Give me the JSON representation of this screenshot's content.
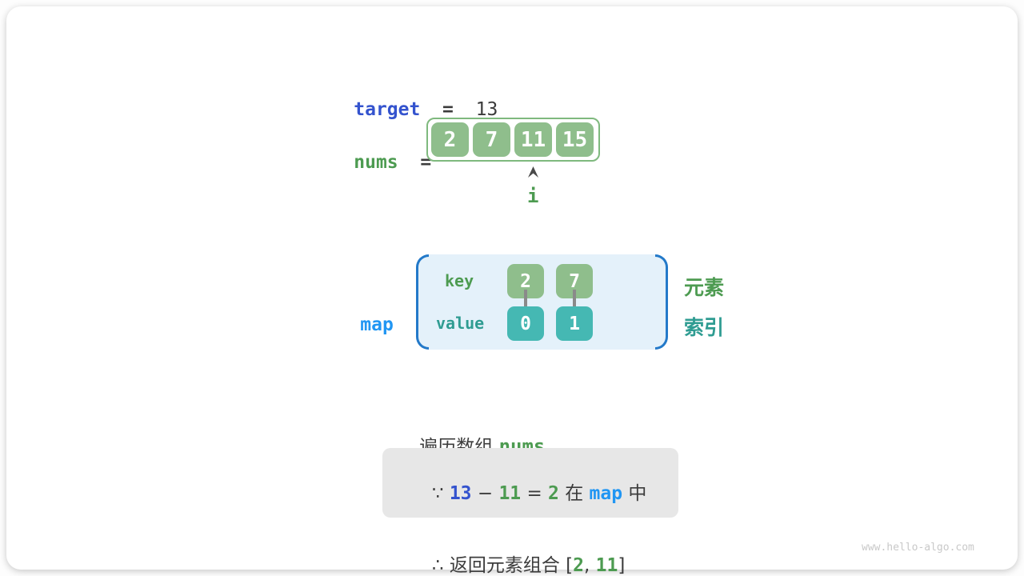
{
  "colors": {
    "code_blue": "#3453ce",
    "code_azure": "#2196f3",
    "code_green": "#4d9b51",
    "code_teal": "#2f9c92",
    "box_green": "#8fbe8c",
    "box_teal": "#45b8b3",
    "array_border_green": "#7fb97e",
    "map_bg": "#e4f1fa",
    "map_bracket_blue": "#2379c9",
    "text_dark": "#3c3c3c",
    "arrow_gray": "#8a8a8a",
    "note_bg": "#e7e7e7"
  },
  "target": {
    "label": "target",
    "eq": "  =  ",
    "value": "13"
  },
  "nums": {
    "label": "nums",
    "eq": "  =",
    "cells": [
      "2",
      "7",
      "11",
      "15"
    ],
    "pointer_label": "i"
  },
  "map": {
    "label": "map",
    "eq": "  =",
    "key_label": "key",
    "value_label": "value",
    "entries": [
      {
        "key": "2",
        "value": "0"
      },
      {
        "key": "7",
        "value": "1"
      }
    ],
    "element_label": "元素",
    "index_label": "索引"
  },
  "caption": {
    "prefix": "遍历数组 ",
    "code": "nums",
    "suffix": " ，"
  },
  "conclusion": {
    "line1": {
      "because": "∵ ",
      "target": "13",
      "minus": " − ",
      "num": "11",
      "eq": " = ",
      "result": "2",
      "in": " 在 ",
      "map": "map",
      "suffix": " 中"
    },
    "line2": {
      "therefore": "∴ ",
      "text": "返回元素组合 [",
      "a": "2",
      "comma": ", ",
      "b": "11",
      "close": "]"
    }
  },
  "watermark": "www.hello-algo.com"
}
